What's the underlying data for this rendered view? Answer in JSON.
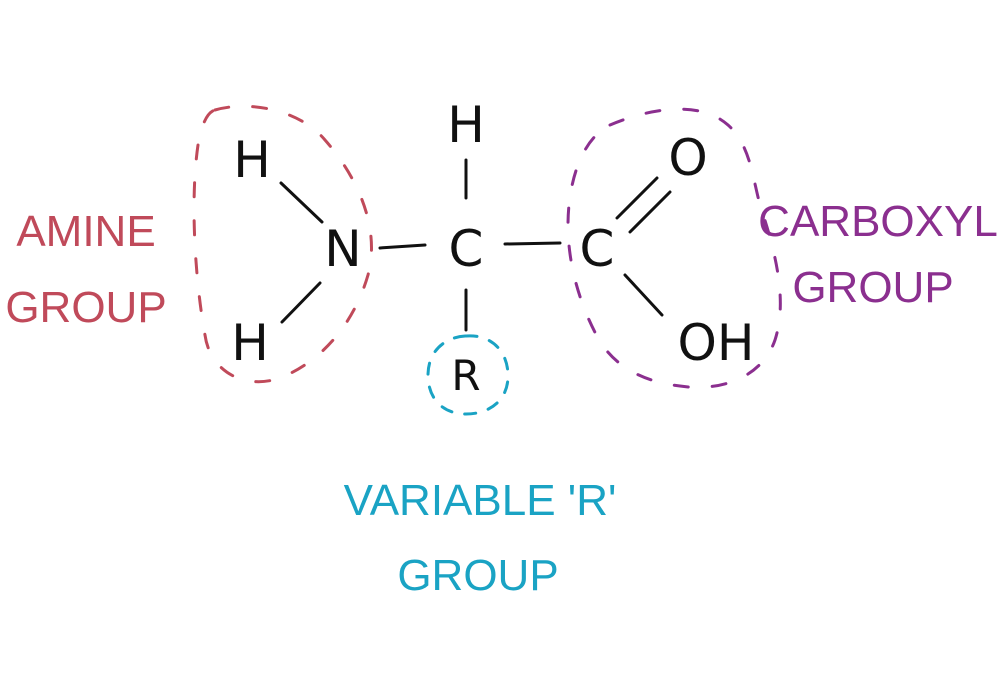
{
  "atoms": {
    "amine_h_top": "H",
    "amine_h_bottom": "H",
    "nitrogen": "N",
    "alpha_carbon": "C",
    "alpha_h": "H",
    "r_group": "R",
    "carboxyl_carbon": "C",
    "carbonyl_oxygen": "O",
    "hydroxyl": "OH"
  },
  "labels": {
    "amine": [
      "AMINE",
      "GROUP"
    ],
    "carboxyl": [
      "CARBOXYL",
      "GROUP"
    ],
    "variable": [
      "VARIABLE 'R'",
      "GROUP"
    ]
  },
  "colors": {
    "amine": "#c04a5a",
    "carboxyl": "#8b2f8f",
    "variable": "#1aa3c4",
    "ink": "#111111"
  }
}
